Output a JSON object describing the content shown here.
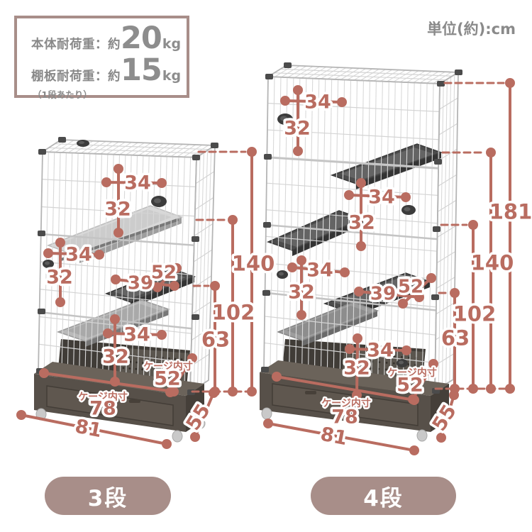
{
  "unit_note": "単位(約):cm",
  "spec_box": {
    "rows": [
      {
        "label": "本体耐荷重：約",
        "value": "20",
        "unit": "kg"
      },
      {
        "label": "棚板耐荷重：約",
        "value": "15",
        "unit": "kg"
      }
    ],
    "note": "（1段あたり）"
  },
  "colors": {
    "dimension_rose": "#b96c60",
    "pill_mauve": "#a88e89",
    "spec_border": "#a88e89",
    "gray_text": "#8a8a8a"
  },
  "cages": [
    {
      "label": "3段",
      "tiers": [
        {
          "width": "34",
          "height": "32"
        },
        {
          "width": "34",
          "height": "32"
        },
        {
          "width": "34",
          "height": "32"
        }
      ],
      "shelf": {
        "width": "39",
        "depth": "52"
      },
      "floor_inner": {
        "label": "ケージ内寸",
        "depth": "52"
      },
      "base_inner": {
        "label": "ケージ内寸",
        "width": "78"
      },
      "outer_width": "81",
      "outer_depth": "55",
      "heights": [
        {
          "name": "total",
          "value": "140"
        },
        {
          "name": "middle",
          "value": "102"
        },
        {
          "name": "lower",
          "value": "63"
        }
      ]
    },
    {
      "label": "4段",
      "tiers": [
        {
          "width": "34",
          "height": "32"
        },
        {
          "width": "34",
          "height": "32"
        },
        {
          "width": "34",
          "height": "32"
        },
        {
          "width": "34",
          "height": "32"
        }
      ],
      "shelf": {
        "width": "39",
        "depth": "52"
      },
      "floor_inner": {
        "label": "ケージ内寸",
        "depth": "52"
      },
      "base_inner": {
        "label": "ケージ内寸",
        "width": "78"
      },
      "outer_width": "81",
      "outer_depth": "55",
      "heights": [
        {
          "name": "total",
          "value": "181"
        },
        {
          "name": "upper",
          "value": "140"
        },
        {
          "name": "middle",
          "value": "102"
        },
        {
          "name": "lower",
          "value": "63"
        }
      ]
    }
  ]
}
